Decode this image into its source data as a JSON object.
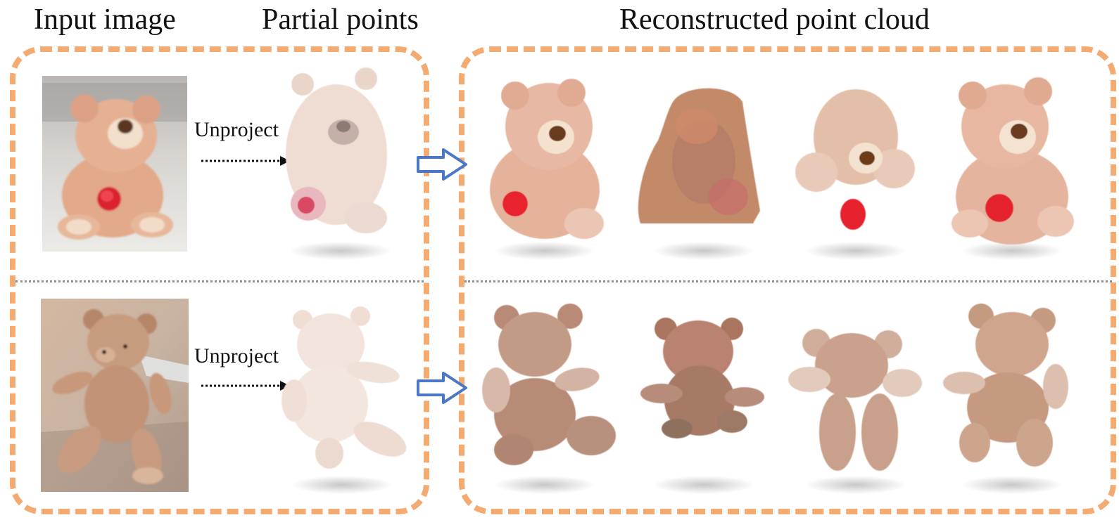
{
  "headers": {
    "input": "Input image",
    "partial": "Partial points",
    "reconstructed": "Reconstructed point cloud"
  },
  "rows": [
    {
      "unproject_label": "Unproject",
      "bear": "light pink teddy bear holding red rose"
    },
    {
      "unproject_label": "Unproject",
      "bear": "brown teddy bear sitting"
    }
  ],
  "colors": {
    "panel_border": "#f3ab72",
    "divider": "#8e8e8e",
    "block_arrow": "#4a78c6",
    "bear1": "#e4b89c",
    "bear2": "#c99a80",
    "rose": "#e0303f"
  }
}
